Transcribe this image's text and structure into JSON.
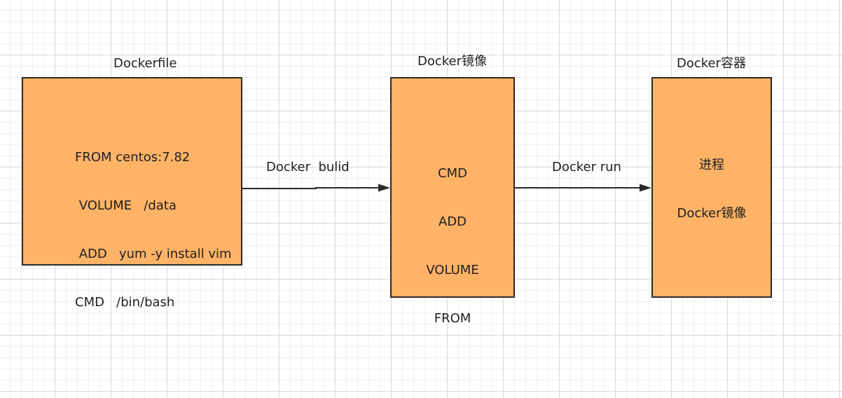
{
  "nodes": {
    "dockerfile": {
      "title": "Dockerfile",
      "lines": [
        "FROM centos:7.82",
        " VOLUME   /data",
        " ADD   yum -y install vim",
        "CMD   /bin/bash"
      ]
    },
    "image": {
      "title": "Docker镜像",
      "lines": [
        "CMD",
        "ADD",
        "VOLUME",
        "FROM"
      ]
    },
    "container": {
      "title": "Docker容器",
      "process": "进程",
      "image_ref": "Docker镜像"
    }
  },
  "edges": {
    "build": {
      "label": "Docker  bulid"
    },
    "run": {
      "label": "Docker run"
    }
  },
  "colors": {
    "box_fill": "#ffb366",
    "stroke": "#2b2b2b"
  }
}
